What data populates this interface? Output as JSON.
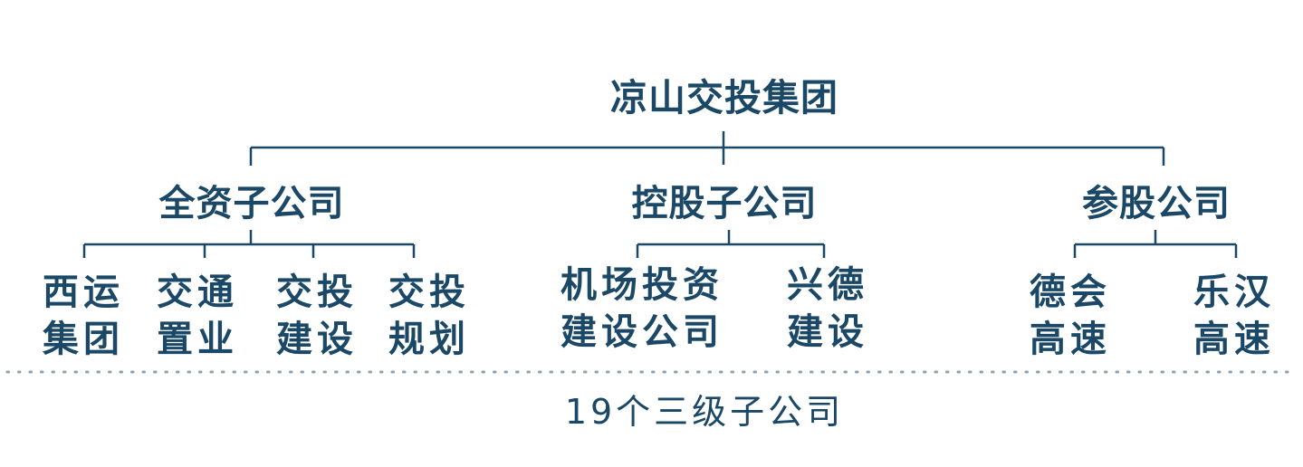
{
  "root": {
    "label": "凉山交投集团"
  },
  "categories": [
    {
      "label": "全资子公司",
      "children": [
        {
          "line1": "西运",
          "line2": "集团"
        },
        {
          "line1": "交通",
          "line2": "置业"
        },
        {
          "line1": "交投",
          "line2": "建设"
        },
        {
          "line1": "交投",
          "line2": "规划"
        }
      ]
    },
    {
      "label": "控股子公司",
      "children": [
        {
          "line1": "机场投资",
          "line2": "建设公司"
        },
        {
          "line1": "兴德",
          "line2": "建设"
        }
      ]
    },
    {
      "label": "参股公司",
      "children": [
        {
          "line1": "德会",
          "line2": "高速"
        },
        {
          "line1": "乐汉",
          "line2": "高速"
        }
      ]
    }
  ],
  "footer": {
    "label": "19个三级子公司"
  },
  "colors": {
    "primary": "#1b4866",
    "divider": "#8aa2b4"
  }
}
